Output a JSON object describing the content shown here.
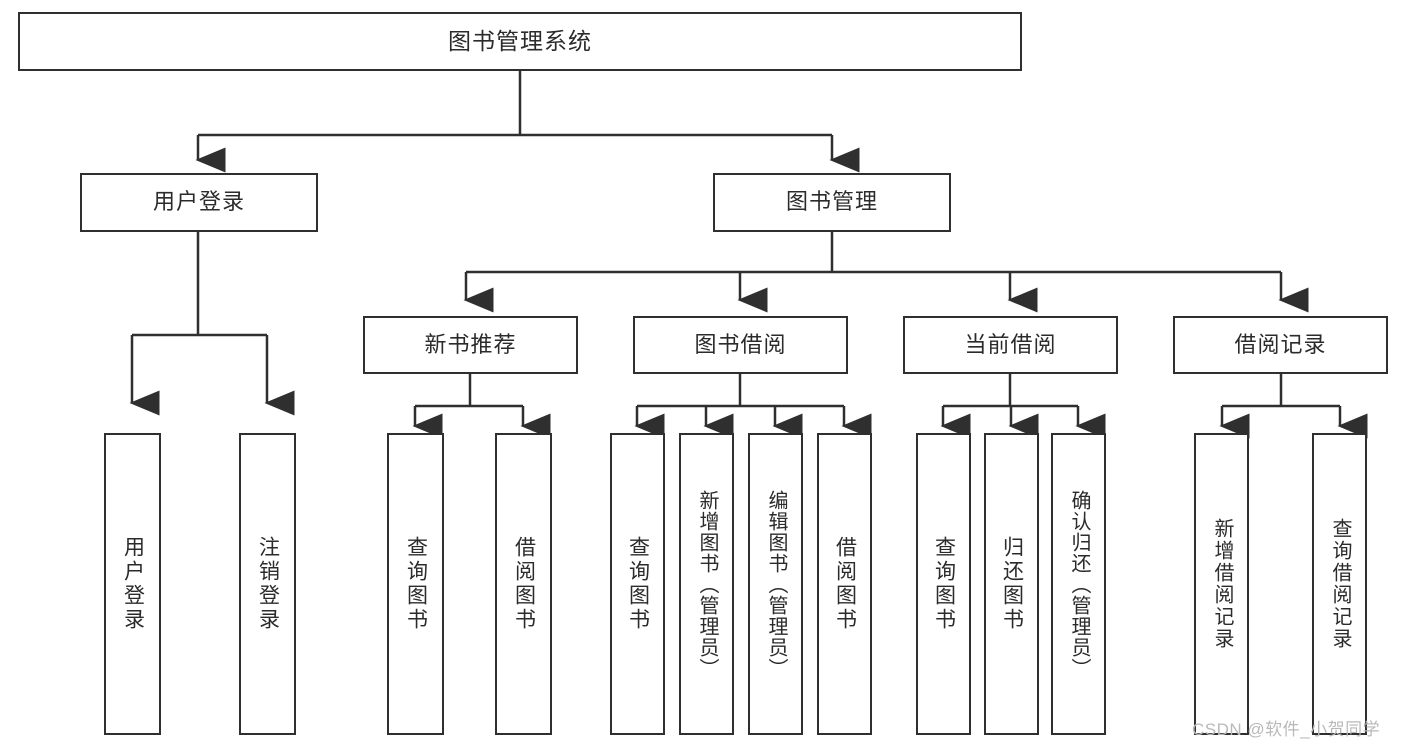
{
  "diagram": {
    "type": "tree",
    "title": "图书管理系统",
    "watermark": "CSDN @软件_小贺同学",
    "colors": {
      "stroke": "#2f2f2f",
      "fill": "#ffffff",
      "text": "#2b2b2b",
      "watermark": "#b9b9b9"
    },
    "root": {
      "label": "图书管理系统"
    },
    "level2": [
      {
        "label": "用户登录"
      },
      {
        "label": "图书管理"
      }
    ],
    "level3": [
      {
        "label": "新书推荐"
      },
      {
        "label": "图书借阅"
      },
      {
        "label": "当前借阅"
      },
      {
        "label": "借阅记录"
      }
    ],
    "leaves": [
      {
        "label": "用户登录",
        "parent": "用户登录"
      },
      {
        "label": "注销登录",
        "parent": "用户登录"
      },
      {
        "label": "查询图书",
        "parent": "新书推荐"
      },
      {
        "label": "借阅图书",
        "parent": "新书推荐"
      },
      {
        "label": "查询图书",
        "parent": "图书借阅"
      },
      {
        "label": "新增图书（管理员）",
        "parent": "图书借阅"
      },
      {
        "label": "编辑图书（管理员）",
        "parent": "图书借阅"
      },
      {
        "label": "借阅图书",
        "parent": "图书借阅"
      },
      {
        "label": "查询图书",
        "parent": "当前借阅"
      },
      {
        "label": "归还图书",
        "parent": "当前借阅"
      },
      {
        "label": "确认归还（管理员）",
        "parent": "当前借阅"
      },
      {
        "label": "新增借阅记录",
        "parent": "借阅记录"
      },
      {
        "label": "查询借阅记录",
        "parent": "借阅记录"
      }
    ]
  }
}
